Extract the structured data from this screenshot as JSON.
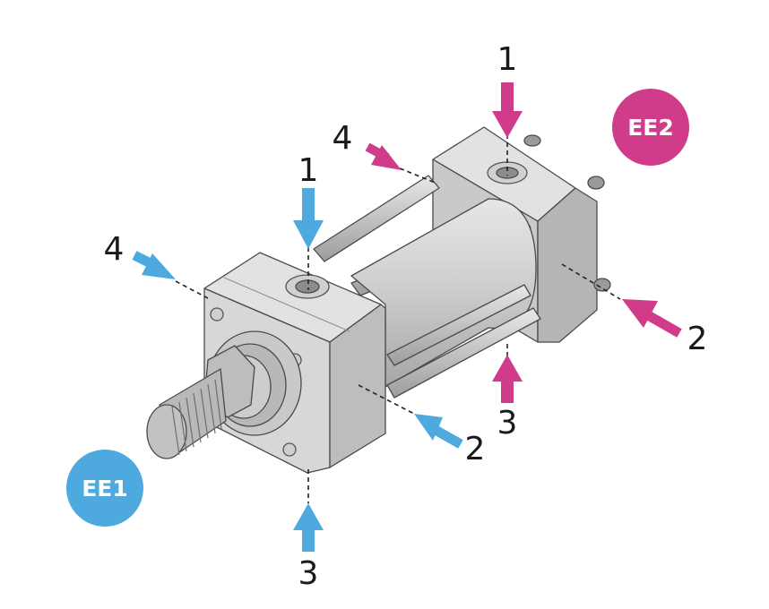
{
  "labels": {
    "ee1_badge": "EE1",
    "ee2_badge": "EE2",
    "ee1_port1": "1",
    "ee1_port2": "2",
    "ee1_port3": "3",
    "ee1_port4": "4",
    "ee2_port1": "1",
    "ee2_port2": "2",
    "ee2_port3": "3",
    "ee2_port4": "4"
  },
  "colors": {
    "ee1": "#4ea9df",
    "ee2": "#d13c8a",
    "steel_light": "#dcdcdc",
    "steel_mid": "#c4c4c4",
    "steel_dark": "#a9a9a9"
  }
}
